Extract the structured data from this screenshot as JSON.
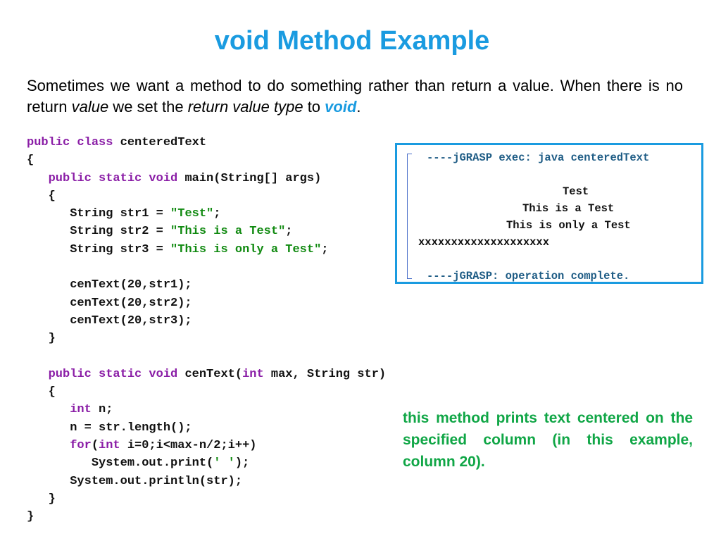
{
  "title": "void Method Example",
  "intro": {
    "part1": "Sometimes we want a method to do something rather than return a value. When there is no return ",
    "em1": "value",
    "part2": " we set the ",
    "em2": "return value type",
    "part3": " to ",
    "keyword": "void",
    "part4": "."
  },
  "code_lines": [
    [
      [
        "public class ",
        "kw"
      ],
      [
        "centeredText",
        ""
      ]
    ],
    [
      [
        "{",
        ""
      ]
    ],
    [
      [
        "   ",
        ""
      ],
      [
        "public static void ",
        "kw"
      ],
      [
        "main(String[] args)",
        ""
      ]
    ],
    [
      [
        "   {",
        ""
      ]
    ],
    [
      [
        "      String str1 = ",
        ""
      ],
      [
        "\"Test\"",
        "str"
      ],
      [
        ";",
        ""
      ]
    ],
    [
      [
        "      String str2 = ",
        ""
      ],
      [
        "\"This is a Test\"",
        "str"
      ],
      [
        ";",
        ""
      ]
    ],
    [
      [
        "      String str3 = ",
        ""
      ],
      [
        "\"This is only a Test\"",
        "str"
      ],
      [
        ";",
        ""
      ]
    ],
    [
      [
        "",
        ""
      ]
    ],
    [
      [
        "      cenText(20,str1);",
        ""
      ]
    ],
    [
      [
        "      cenText(20,str2);",
        ""
      ]
    ],
    [
      [
        "      cenText(20,str3);",
        ""
      ]
    ],
    [
      [
        "   }",
        ""
      ]
    ],
    [
      [
        "",
        ""
      ]
    ],
    [
      [
        "   ",
        ""
      ],
      [
        "public static void ",
        "kw"
      ],
      [
        "cenText(",
        ""
      ],
      [
        "int",
        "kw"
      ],
      [
        " max, String str)",
        ""
      ]
    ],
    [
      [
        "   {",
        ""
      ]
    ],
    [
      [
        "      ",
        ""
      ],
      [
        "int",
        "kw"
      ],
      [
        " n;",
        ""
      ]
    ],
    [
      [
        "      n = str.length();",
        ""
      ]
    ],
    [
      [
        "      ",
        ""
      ],
      [
        "for",
        "kw"
      ],
      [
        "(",
        ""
      ],
      [
        "int",
        "kw"
      ],
      [
        " i=0;i<max-n/2;i++)",
        ""
      ]
    ],
    [
      [
        "         System.out.print(",
        ""
      ],
      [
        "' '",
        "str"
      ],
      [
        ");",
        ""
      ]
    ],
    [
      [
        "      System.out.println(str);",
        ""
      ]
    ],
    [
      [
        "   }",
        ""
      ]
    ],
    [
      [
        "}",
        ""
      ]
    ]
  ],
  "output": {
    "header": "----jGRASP exec: java centeredText",
    "lines": [
      "Test",
      "This is a Test",
      "This is only a Test"
    ],
    "ruler": "xxxxxxxxxxxxxxxxxxxx",
    "footer": "----jGRASP: operation complete."
  },
  "note": "this method prints text centered on the specified column (in this example, column 20)."
}
